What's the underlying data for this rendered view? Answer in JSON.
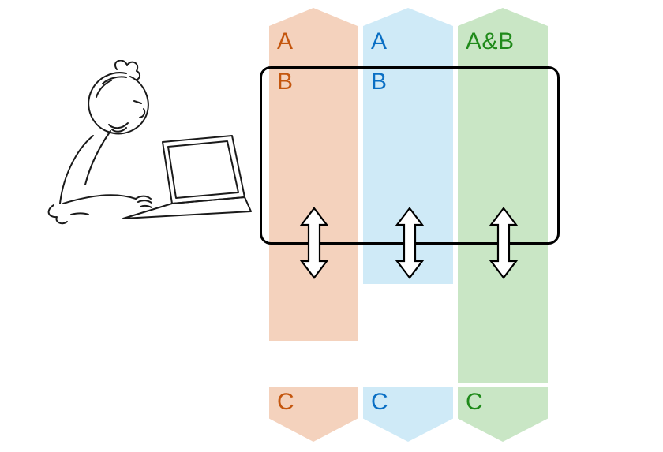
{
  "columns": [
    {
      "id": "a",
      "header": "A",
      "inner_label": "B",
      "footer": "C",
      "text_color": "#c4560e",
      "fill": "#f4d2bd"
    },
    {
      "id": "b",
      "header": "A",
      "inner_label": "B",
      "footer": "C",
      "text_color": "#0a6fc4",
      "fill": "#cfeaf7"
    },
    {
      "id": "ab",
      "header": "A&B",
      "inner_label": "",
      "footer": "C",
      "text_color": "#1f8a1a",
      "fill": "#c9e6c5"
    }
  ],
  "frame": {
    "border_color": "#000000"
  },
  "arrow": {
    "fill": "#ffffff",
    "stroke": "#000000"
  },
  "sketch": {
    "stroke": "#1a1a1a"
  }
}
